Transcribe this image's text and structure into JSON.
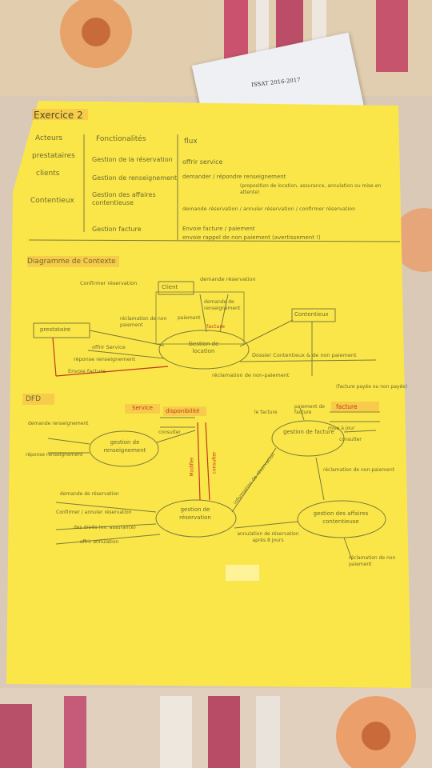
{
  "header": {
    "stamp": "ISSAT 2016-2017"
  },
  "title": "Exercice 2",
  "actors_table": {
    "headers": [
      "Acteurs",
      "Fonctionalités",
      "flux"
    ],
    "actors": [
      "prestataires",
      "clients",
      "Contentieux"
    ],
    "functions": [
      "Gestion de la réservation",
      "Gestion de renseignement",
      "Gestion des affaires contentieuse",
      "Gestion facture"
    ],
    "flows": [
      "offrir service",
      "demander / répondre renseignement",
      "(proposition de location, assurance, annulation ou mise en attente)",
      "demande réservation / annuler réservation / confirmer réservation",
      "Envoie facture / paiement",
      "envoie rappel de non paiement (avertissement !)"
    ]
  },
  "context_diagram": {
    "title": "Diagramme de Contexte",
    "nodes": [
      "Client",
      "prestataire",
      "Gestion de location",
      "Contentieux"
    ],
    "flows": [
      "Confirmer réservation",
      "demande réservation",
      "demande de renseignement",
      "facture",
      "paiement",
      "réclamation de non paiement",
      "offrir Service",
      "réponse renseignement",
      "Envoie facture",
      "Dossier Contentieux & de non paiement",
      "réclamation de non-paiement"
    ]
  },
  "dfd": {
    "title": "DFD",
    "note": "(facture payée ou non payée)",
    "processes": [
      "gestion de renseignement",
      "gestion de réservation",
      "gestion de facture",
      "gestion des affaires contentieuse"
    ],
    "stores": [
      "Service",
      "disponibilité",
      "facture"
    ],
    "flows": [
      "demande renseignement",
      "réponse renseignement",
      "consulter",
      "demande de réservation",
      "Confirmer / annuler réservation",
      "des droits (ex: assurance)",
      "offrir annulation",
      "Modifier",
      "consulter",
      "information de réservation",
      "le facture",
      "paiement de facture",
      "mise à jour",
      "consulter",
      "réclamation de non-paiement",
      "annulation de réservation après 8 jours",
      "réclamation de non paiement"
    ]
  }
}
